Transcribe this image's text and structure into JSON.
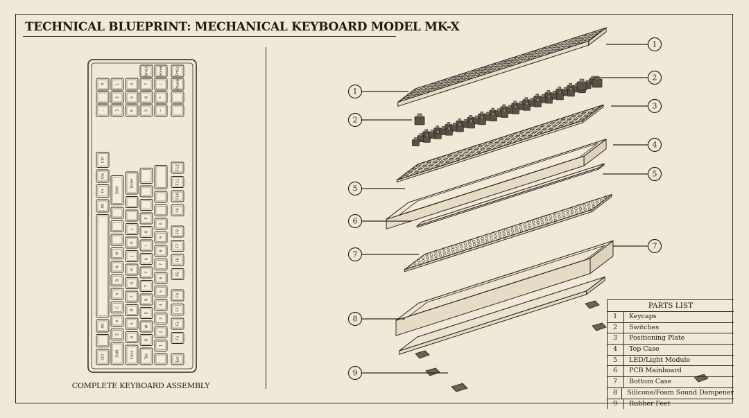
{
  "title": "TECHNICAL BLUEPRINT: MECHANICAL KEYBOARD MODEL MK-X",
  "left_caption": "COMPLETE KEYBOARD ASSEMBLY",
  "parts_list": {
    "heading": "PARTS LIST",
    "items": [
      {
        "num": "1",
        "name": "Keycaps"
      },
      {
        "num": "2",
        "name": "Switches"
      },
      {
        "num": "3",
        "name": "Positioning Plate"
      },
      {
        "num": "4",
        "name": "Top Case"
      },
      {
        "num": "5",
        "name": "LED/Light Module"
      },
      {
        "num": "6",
        "name": "PCB Mainboard"
      },
      {
        "num": "7",
        "name": "Bottom Case"
      },
      {
        "num": "8",
        "name": "Silicone/Foam Sound Dampener"
      },
      {
        "num": "9",
        "name": "Rubber Feet"
      }
    ]
  },
  "callouts": {
    "left": [
      "1",
      "2",
      "5",
      "6",
      "7",
      "8",
      "9"
    ],
    "right": [
      "1",
      "2",
      "3",
      "4",
      "5",
      "7"
    ]
  },
  "key_legends": {
    "esc": "Esc",
    "tab": "Tab",
    "caps": "Caps",
    "shift_left": "Shift",
    "ctrl_left": "Ctrl",
    "alt_left": "Alt",
    "alt_right": "Alt",
    "fn": "Fn",
    "ctrl_right": "Ctrl",
    "shift_right": "Shift",
    "enter": "Enter",
    "ctx": "Ctx",
    "f1": "F1",
    "f2": "F2",
    "f3": "F3",
    "f4": "F4",
    "f5": "F5",
    "f6": "F6",
    "f7": "F7",
    "f8": "F8",
    "f9": "F9",
    "f10": "F10",
    "f11": "F11",
    "f12": "F12",
    "prtsc": "PrtSc",
    "pause": "Pause",
    "home": "Home",
    "numlk": "NmLk",
    "q": "Q",
    "w": "W",
    "e": "E",
    "r": "R",
    "t": "T",
    "y": "Y",
    "u": "U",
    "i": "I",
    "o": "O",
    "p": "P",
    "a": "A",
    "s": "S",
    "d": "D",
    "f": "F",
    "g": "G",
    "h": "H",
    "j": "J",
    "k": "K",
    "l": "L",
    "z": "Z",
    "x": "X",
    "c": "C",
    "v": "V",
    "b": "B",
    "n": "N",
    "m": "M",
    "n0": "0",
    "n1": "1",
    "n2": "2",
    "n3": "3",
    "n4": "4",
    "n5": "5",
    "n6": "6",
    "n7": "7",
    "n8": "8",
    "n9": "9",
    "plus": "+",
    "minus": "−",
    "slash": "/",
    "star": "*",
    "dot": "."
  },
  "colors": {
    "paper": "#f1e9d7",
    "ink": "#2a2620",
    "key_fill": "#f4eddc",
    "switch_dark": "#5a5046"
  }
}
